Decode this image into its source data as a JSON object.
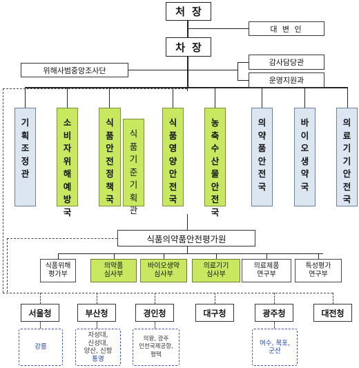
{
  "top": {
    "head": "처장",
    "vice": "차장"
  },
  "head_side": {
    "spokesperson": "대 변 인"
  },
  "vice_side": {
    "audit": "감사담당관",
    "ops": "운영지원과",
    "task_force": "위해사범중앙조사단"
  },
  "bureaus": [
    {
      "chars": [
        "기",
        "획",
        "조",
        "정",
        "관"
      ],
      "color": "blue"
    },
    {
      "chars": [
        "소",
        "비",
        "자",
        "위",
        "해",
        "예",
        "방",
        "국"
      ],
      "color": "green"
    },
    {
      "chars": [
        "식",
        "품",
        "안",
        "전",
        "정",
        "책",
        "국"
      ],
      "color": "green"
    },
    {
      "chars": [
        "식",
        "품",
        "기",
        "준",
        "기",
        "획",
        "관"
      ],
      "color": "green"
    },
    {
      "chars": [
        "식",
        "품",
        "영",
        "양",
        "안",
        "전",
        "국"
      ],
      "color": "green"
    },
    {
      "chars": [
        "농",
        "축",
        "수",
        "산",
        "물",
        "안",
        "전",
        "국"
      ],
      "color": "green"
    },
    {
      "chars": [
        "의",
        "약",
        "품",
        "안",
        "전",
        "국"
      ],
      "color": "blue"
    },
    {
      "chars": [
        "바",
        "이",
        "오",
        "생",
        "약",
        "국"
      ],
      "color": "blue"
    },
    {
      "chars": [
        "의",
        "료",
        "기",
        "기",
        "안",
        "전",
        "국"
      ],
      "color": "blue"
    }
  ],
  "institute": {
    "name": "식품의약품안전평가원",
    "depts": [
      {
        "line1": "식품위해",
        "line2": "평가부"
      },
      {
        "line1": "의약품",
        "line2": "심사부"
      },
      {
        "line1": "바이오생약",
        "line2": "심사부"
      },
      {
        "line1": "의료기기",
        "line2": "심사부"
      },
      {
        "line1": "의료제품",
        "line2": "연구부"
      },
      {
        "line1": "특성평가",
        "line2": "연구부"
      }
    ]
  },
  "regions": [
    {
      "name": "서울청",
      "offices": [
        "강릉"
      ]
    },
    {
      "name": "부산청",
      "offices": [
        "자성대,",
        "신성대,",
        "양산, 신항",
        "통영"
      ]
    },
    {
      "name": "경인청",
      "offices": [
        "의왕, 광주",
        "인천국제공항,",
        "평택"
      ]
    },
    {
      "name": "대구청",
      "offices": []
    },
    {
      "name": "광주청",
      "offices": [
        "여수, 목포,",
        "군산"
      ]
    },
    {
      "name": "대전청",
      "offices": []
    }
  ],
  "colors": {
    "green": "#c7e860",
    "blue": "#dce6f1",
    "office_text": "#1a3fb0"
  }
}
